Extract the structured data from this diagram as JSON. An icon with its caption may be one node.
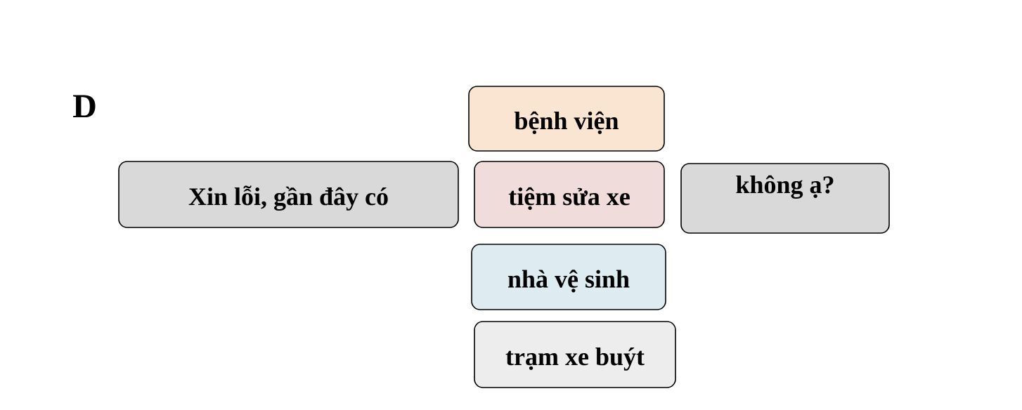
{
  "diagram": {
    "nodes": [
      {
        "text": [
          "Xin lỗi, gần đây có"
        ]
      },
      {
        "text": [
          "bệnh viện"
        ]
      },
      {
        "text": [
          "tiệm sửa xe"
        ]
      },
      {
        "text": [
          "nhà vệ sinh"
        ]
      },
      {
        "text": [
          "trạm xe buýt"
        ]
      },
      {
        "text": [
          "không ạ?"
        ]
      }
    ],
    "labels": [
      "D"
    ]
  }
}
